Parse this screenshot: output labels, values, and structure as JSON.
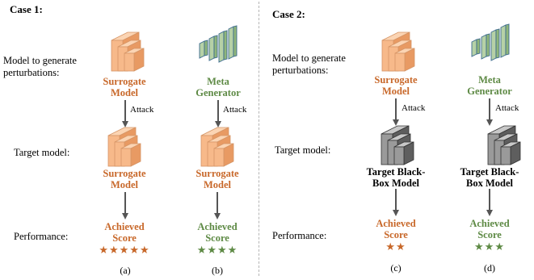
{
  "cases": [
    {
      "title": "Case 1:"
    },
    {
      "title": "Case 2:"
    }
  ],
  "row_labels": {
    "perturb_line1": "Model to generate",
    "perturb_line2": "perturbations:",
    "target": "Target model:",
    "performance": "Performance:"
  },
  "attack_label": "Attack",
  "panels": [
    {
      "id": "a",
      "generator": {
        "line1": "Surrogate",
        "line2": "Model",
        "icon": "surrogate-block-icon"
      },
      "target": {
        "line1": "Surrogate",
        "line2": "Model",
        "icon": "surrogate-block-icon"
      },
      "result": {
        "line1": "Achieved",
        "line2": "Score"
      },
      "stars": "★★★★★",
      "label": "(a)"
    },
    {
      "id": "b",
      "generator": {
        "line1": "Meta",
        "line2": "Generator",
        "icon": "meta-generator-icon"
      },
      "target": {
        "line1": "Surrogate",
        "line2": "Model",
        "icon": "surrogate-block-icon"
      },
      "result": {
        "line1": "Achieved",
        "line2": "Score"
      },
      "stars": "★★★★",
      "label": "(b)"
    },
    {
      "id": "c",
      "generator": {
        "line1": "Surrogate",
        "line2": "Model",
        "icon": "surrogate-block-icon"
      },
      "target": {
        "line1": "Target Black-",
        "line2": "Box Model",
        "icon": "blackbox-block-icon"
      },
      "result": {
        "line1": "Achieved",
        "line2": "Score"
      },
      "stars": "★★",
      "label": "(c)"
    },
    {
      "id": "d",
      "generator": {
        "line1": "Meta",
        "line2": "Generator",
        "icon": "meta-generator-icon"
      },
      "target": {
        "line1": "Target Black-",
        "line2": "Box Model",
        "icon": "blackbox-block-icon"
      },
      "result": {
        "line1": "Achieved",
        "line2": "Score"
      },
      "stars": "★★★",
      "label": "(d)"
    }
  ],
  "colors": {
    "surrogate_text": "#c8682a",
    "meta_text": "#5e8a45",
    "surrogate_block": "#f7b98a",
    "meta_block": "#b6d1a6",
    "blackbox_block": "#8c8c8c",
    "arrow": "#555555",
    "divider": "#b5b5b5"
  }
}
